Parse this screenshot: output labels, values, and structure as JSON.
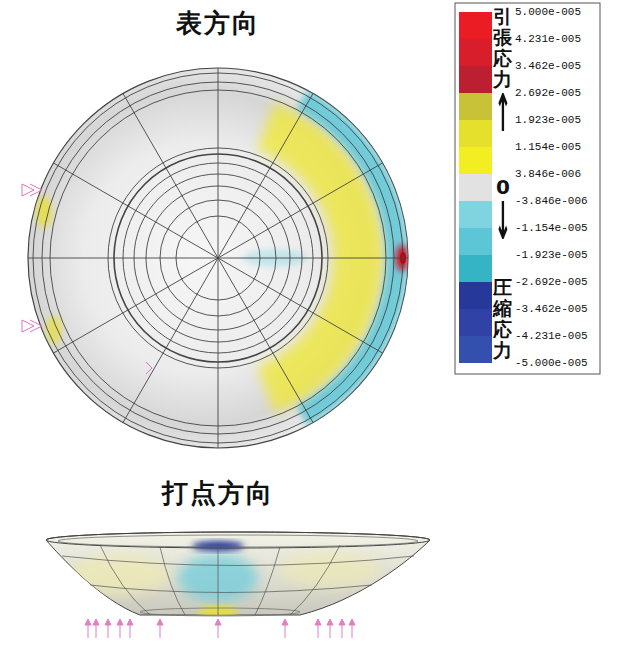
{
  "diagram": {
    "labels": [
      "表方向",
      "打点方向",
      "引張応力",
      "↑",
      "0",
      "↓",
      "圧縮応力",
      "-5.000e-005"
    ],
    "legend": [
      {
        "text": "5.000e-005",
        "color": "#ec1c24"
      },
      {
        "text": "4.231e-005",
        "color": "#d81e2a"
      },
      {
        "text": "3.462e-005",
        "color": "#bc2030"
      },
      {
        "text": "2.692e-005",
        "color": "#c8c238"
      },
      {
        "text": "1.923e-005",
        "color": "#e4e02c"
      },
      {
        "text": "1.154e-005",
        "color": "#f2ee22"
      },
      {
        "text": "3.846e-006",
        "color": "#e2e2e2"
      },
      {
        "text": "-3.846e-006",
        "color": "#7fd4e0"
      },
      {
        "text": "-1.154e-005",
        "color": "#5cc6d6"
      },
      {
        "text": "-1.923e-005",
        "color": "#34b4c4"
      },
      {
        "text": "-2.692e-005",
        "color": "#26389a"
      },
      {
        "text": "-3.462e-005",
        "color": "#3042a6"
      },
      {
        "text": "-4.231e-005",
        "color": "#3450ae"
      }
    ]
  }
}
